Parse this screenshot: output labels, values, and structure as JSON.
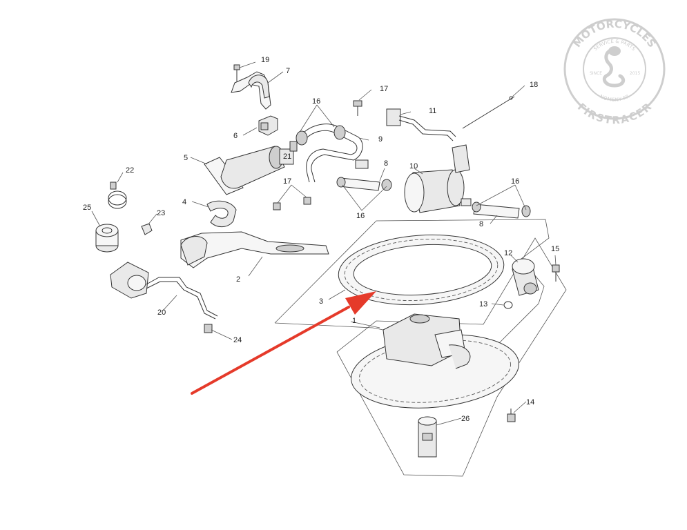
{
  "part_labels": [
    {
      "id": "p1",
      "text": "1"
    },
    {
      "id": "p2",
      "text": "2"
    },
    {
      "id": "p3",
      "text": "3"
    },
    {
      "id": "p4",
      "text": "4"
    },
    {
      "id": "p5",
      "text": "5"
    },
    {
      "id": "p6",
      "text": "6"
    },
    {
      "id": "p7",
      "text": "7"
    },
    {
      "id": "p8a",
      "text": "8"
    },
    {
      "id": "p8b",
      "text": "8"
    },
    {
      "id": "p9",
      "text": "9"
    },
    {
      "id": "p10",
      "text": "10"
    },
    {
      "id": "p11",
      "text": "11"
    },
    {
      "id": "p12",
      "text": "12"
    },
    {
      "id": "p13",
      "text": "13"
    },
    {
      "id": "p14",
      "text": "14"
    },
    {
      "id": "p15",
      "text": "15"
    },
    {
      "id": "p16a",
      "text": "16"
    },
    {
      "id": "p16b",
      "text": "16"
    },
    {
      "id": "p16c",
      "text": "16"
    },
    {
      "id": "p17a",
      "text": "17"
    },
    {
      "id": "p17b",
      "text": "17"
    },
    {
      "id": "p18",
      "text": "18"
    },
    {
      "id": "p19",
      "text": "19"
    },
    {
      "id": "p20",
      "text": "20"
    },
    {
      "id": "p21",
      "text": "21"
    },
    {
      "id": "p22",
      "text": "22"
    },
    {
      "id": "p23",
      "text": "23"
    },
    {
      "id": "p24",
      "text": "24"
    },
    {
      "id": "p25",
      "text": "25"
    },
    {
      "id": "p26",
      "text": "26"
    }
  ],
  "watermark": {
    "top_text": "MOTORCYCLES",
    "bottom_text": "FIRSTRACER",
    "service_text": "SERVICE & PARTS",
    "location_text": "NOMENY-FR",
    "since_label": "SINCE",
    "since_year": "2015",
    "color": "#c9c9c9"
  },
  "highlight_arrow": {
    "color": "#e53a2a",
    "target": "3"
  }
}
